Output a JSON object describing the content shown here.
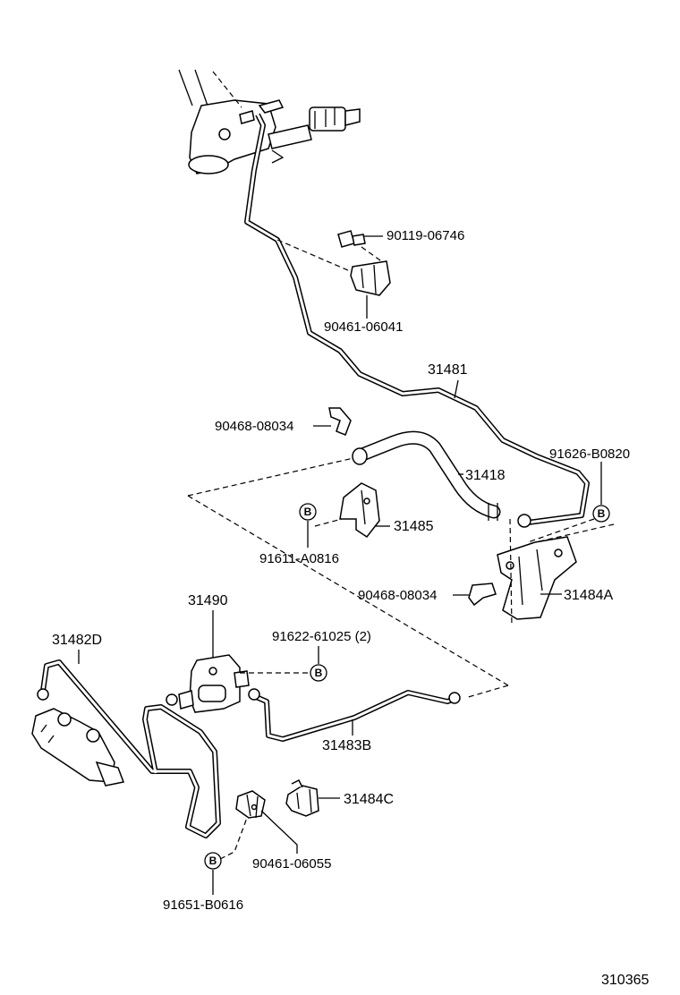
{
  "labels": {
    "p90119": "90119-06746",
    "p90461a": "90461-06041",
    "p31481": "31481",
    "p90468a": "90468-08034",
    "p91626": "91626-B0820",
    "p31418": "31418",
    "p31485": "31485",
    "p91611": "91611-A0816",
    "p90468b": "90468-08034",
    "p31484A": "31484A",
    "p31490": "31490",
    "p91622": "91622-61025 (2)",
    "p31482D": "31482D",
    "p31483B": "31483B",
    "p31484C": "31484C",
    "p90461b": "90461-06055",
    "p91651": "91651-B0616",
    "diagram_number": "310365"
  },
  "bolt_markers": {
    "b1": "B",
    "b2": "B",
    "b3": "B",
    "b4": "B"
  }
}
